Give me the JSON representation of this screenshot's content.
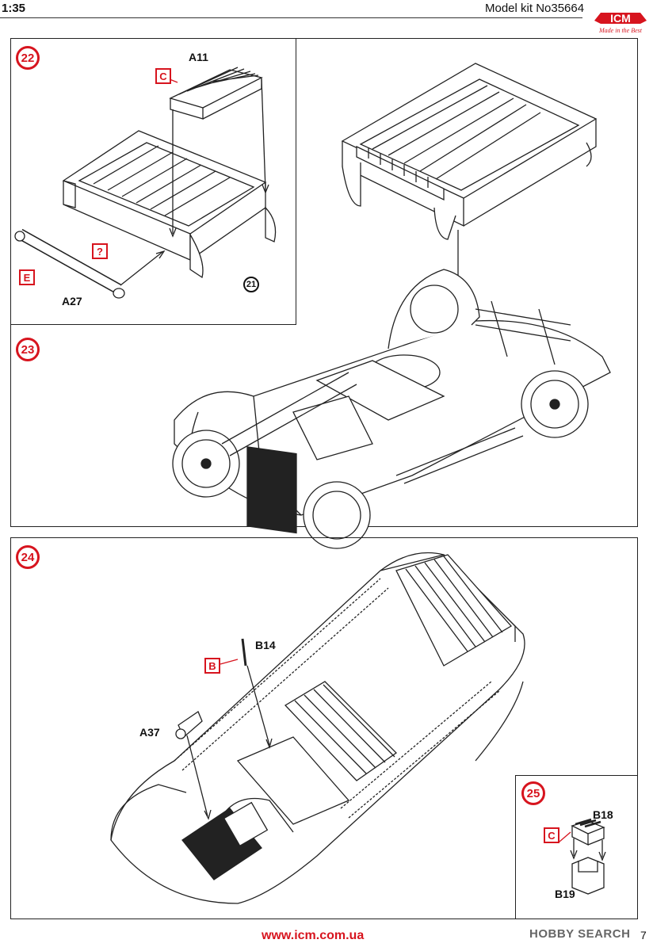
{
  "header": {
    "scale": "1:35",
    "model_kit": "Model kit No35664",
    "logo_text": "ICM",
    "logo_tagline": "Made in the Best"
  },
  "steps": {
    "s22": {
      "number": "22",
      "parts": {
        "a11": "A11",
        "a27": "A27"
      },
      "sprues": {
        "c": "C",
        "q": "?",
        "e": "E"
      },
      "ref": "21"
    },
    "s23": {
      "number": "23"
    },
    "s24": {
      "number": "24",
      "parts": {
        "b14": "B14",
        "a37": "A37"
      },
      "sprues": {
        "b": "B"
      }
    },
    "s25": {
      "number": "25",
      "parts": {
        "b18": "B18",
        "b19": "B19"
      },
      "sprues": {
        "c": "C"
      }
    }
  },
  "footer": {
    "url": "www.icm.com.ua",
    "watermark": "HOBBY SEARCH",
    "page": "7"
  },
  "colors": {
    "accent": "#d7141e",
    "line": "#222222"
  }
}
